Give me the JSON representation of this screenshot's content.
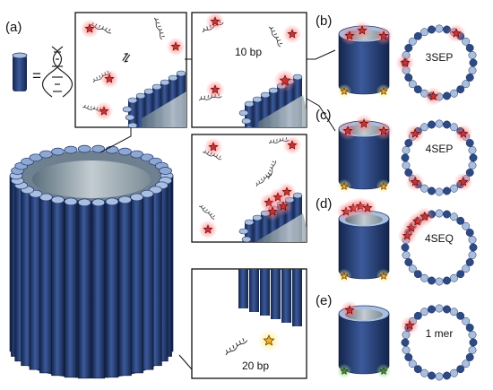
{
  "panels": {
    "a": "(a)",
    "b": "(b)",
    "c": "(c)",
    "d": "(d)",
    "e": "(e)"
  },
  "equals_sign": "=",
  "equilibrium_symbol": "⇌",
  "inset_labels": {
    "ten_bp": "10 bp",
    "twenty_bp": "20 bp"
  },
  "ring_labels": {
    "b": "3SEP",
    "c": "4SEP",
    "d": "4SEQ",
    "e": "1 mer"
  },
  "colors": {
    "helix_dark": "#1f3468",
    "helix_light": "#a9bfe0",
    "bead_dark": "#2d4a86",
    "marker_red": "#d23030",
    "glow_red": "#ff7b7b",
    "marker_yellow": "#e8b720",
    "marker_green": "#3a9a3a"
  }
}
